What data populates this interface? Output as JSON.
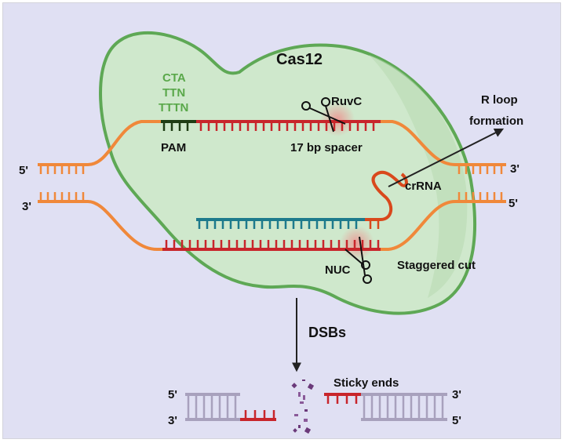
{
  "protein": {
    "name": "Cas12"
  },
  "pam": {
    "sequences": [
      "CTA",
      "TTN",
      "TTTN"
    ],
    "label": "PAM"
  },
  "spacer": {
    "label": "17 bp spacer"
  },
  "domains": {
    "ruvc": "RuvC",
    "nuc": "NUC"
  },
  "annotations": {
    "r_loop_line1": "R loop",
    "r_loop_line2": "formation",
    "crrna": "crRNA",
    "staggered_cut": "Staggered cut",
    "dsbs": "DSBs",
    "sticky_ends": "Sticky ends"
  },
  "strand_ends": {
    "left_top": "5'",
    "left_bottom": "3'",
    "right_top": "3'",
    "right_bottom": "5'",
    "product_left_top": "5'",
    "product_left_bottom": "3'",
    "product_right_top": "3'",
    "product_right_bottom": "5'"
  },
  "colors": {
    "background": "#e0e0f3",
    "protein_fill": "#cfe8cc",
    "protein_outline": "#5ea855",
    "dna_flank": "#f0883a",
    "target_strand": "#c8252b",
    "pam_strand": "#1f3d14",
    "pam_text": "#5aa84a",
    "crrna_guide": "#1d7a8c",
    "crrna_handle": "#d9481c",
    "product_dna": "#a8a1bd",
    "debris": "#6b3a7a"
  }
}
